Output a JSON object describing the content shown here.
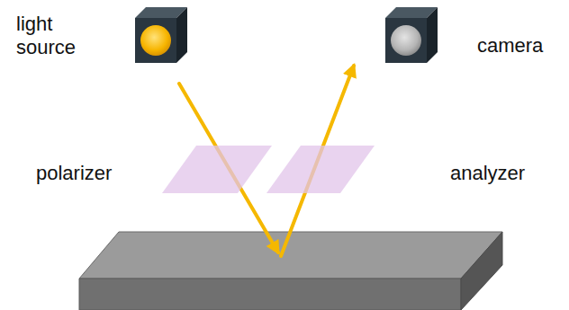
{
  "diagram": {
    "labels": [
      "light source",
      "camera",
      "polarizer",
      "analyzer"
    ]
  }
}
